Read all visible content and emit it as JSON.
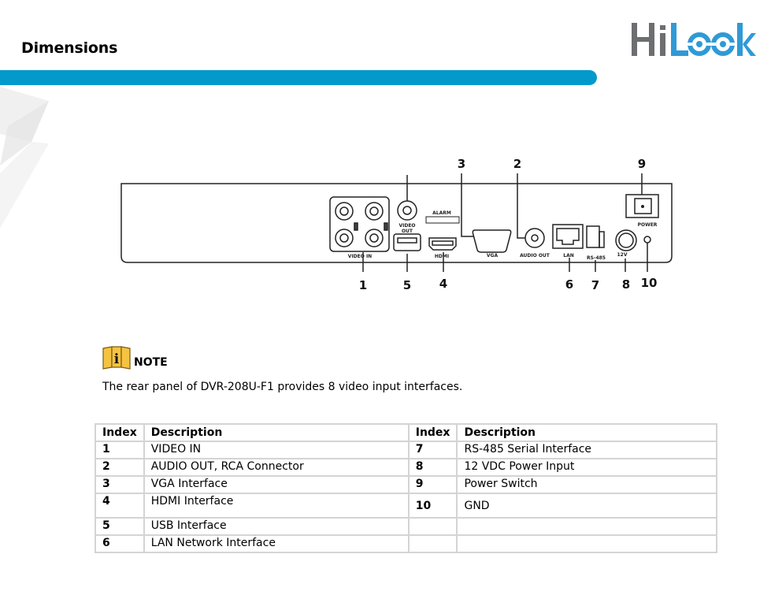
{
  "header": {
    "title": "Dimensions",
    "accent_color": "#0399cb",
    "logo": {
      "text_hi": "Hi",
      "text_look": "Look",
      "hi_color": "#6d6e71",
      "look_color": "#2f9ad6"
    }
  },
  "diagram": {
    "callouts": [
      "1",
      "2",
      "3",
      "4",
      "5",
      "6",
      "7",
      "8",
      "9",
      "10"
    ],
    "port_labels": {
      "video_in": "VIDEO IN",
      "video_out_1": "VIDEO",
      "video_out_2": "OUT",
      "alarm": "ALARM",
      "hdmi": "HDMI",
      "vga": "VGA",
      "audio_out": "AUDIO OUT",
      "lan": "LAN",
      "rs485": "RS-485",
      "power_in": "12V",
      "power": "POWER"
    }
  },
  "note": {
    "label": "NOTE",
    "text": "The rear panel of DVR-208U-F1 provides 8 video input interfaces.",
    "icon_color": "#f5c342"
  },
  "table": {
    "headers": [
      "Index",
      "Description",
      "Index",
      "Description"
    ],
    "rows": [
      {
        "i1": "1",
        "d1": "VIDEO IN",
        "i2": "7",
        "d2": "RS-485 Serial Interface"
      },
      {
        "i1": "2",
        "d1": "AUDIO OUT, RCA Connector",
        "i2": "8",
        "d2": "12 VDC Power Input"
      },
      {
        "i1": "3",
        "d1": "VGA Interface",
        "i2": "9",
        "d2": "Power Switch"
      },
      {
        "i1": "4",
        "d1": "HDMI Interface",
        "i2": "10",
        "d2": "GND"
      },
      {
        "i1": "5",
        "d1": "USB Interface",
        "i2": "",
        "d2": ""
      },
      {
        "i1": "6",
        "d1": "LAN Network Interface",
        "i2": "",
        "d2": ""
      }
    ]
  }
}
